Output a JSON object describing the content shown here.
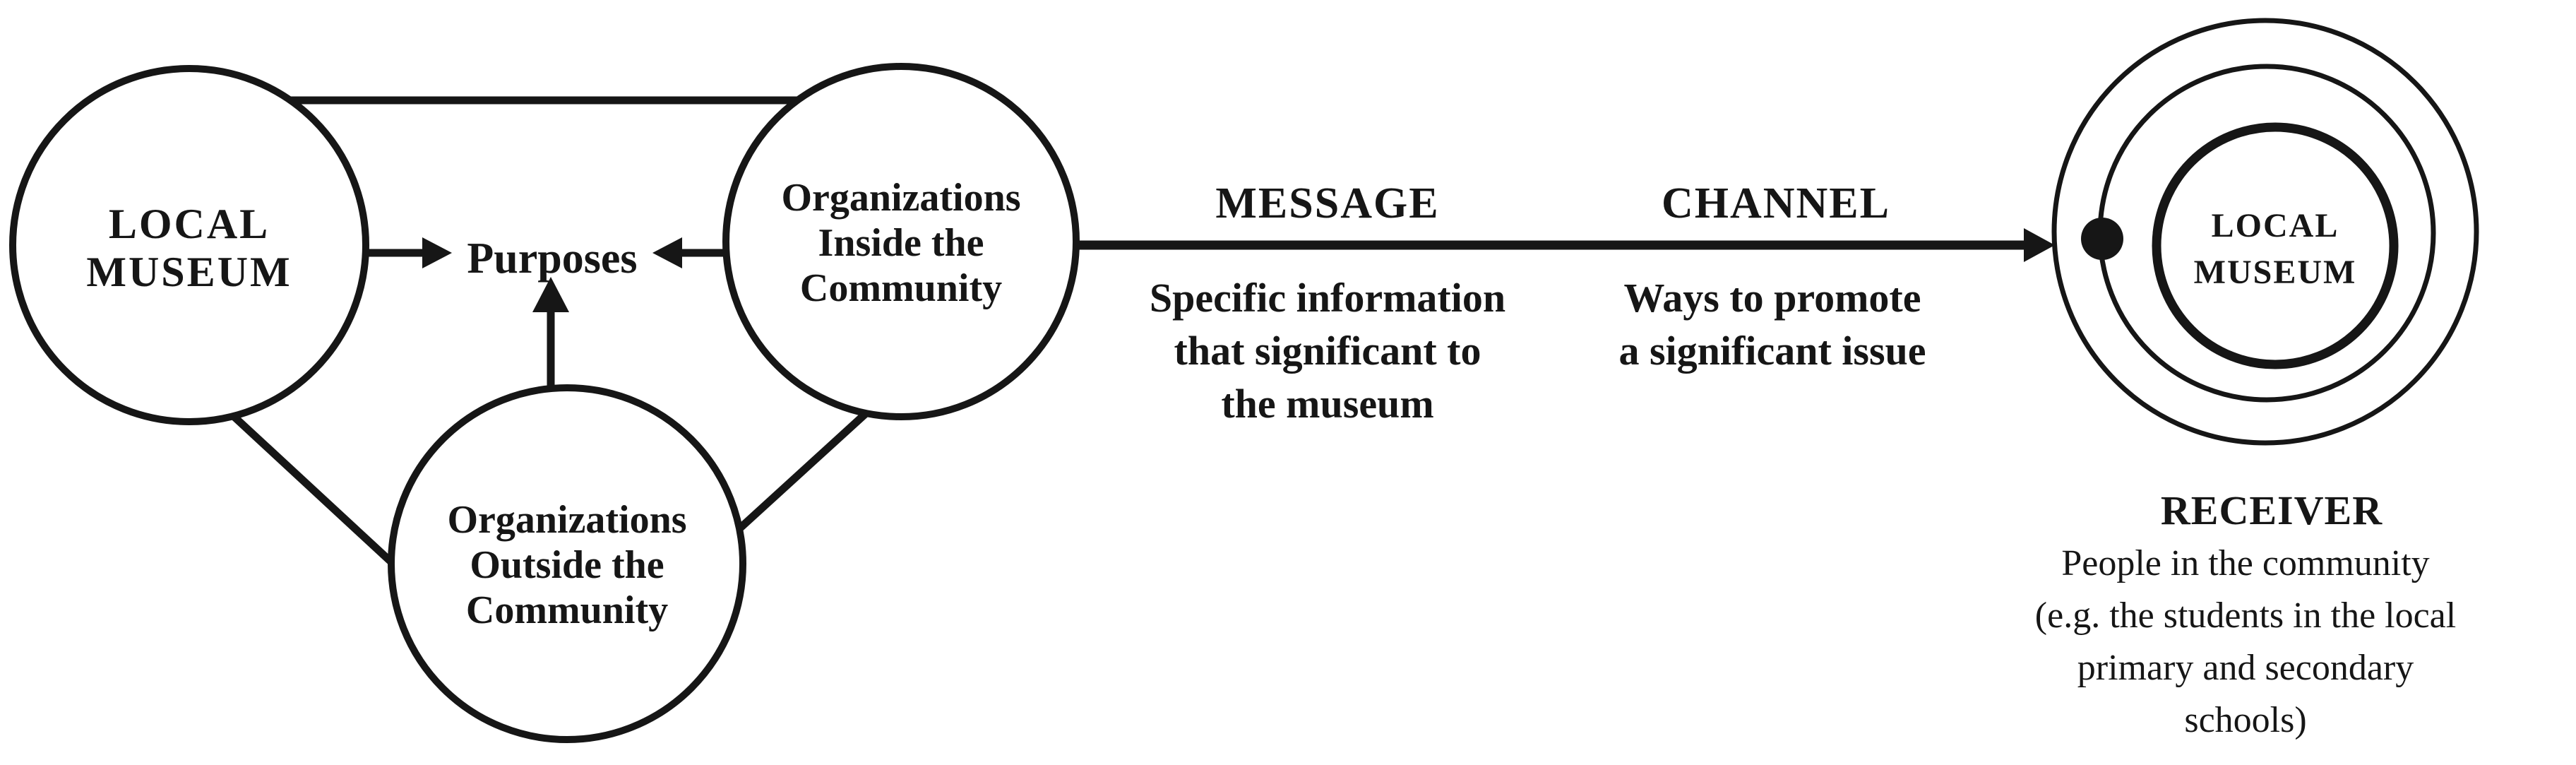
{
  "diagram": {
    "colors": {
      "ink": "#161616",
      "background": "#ffffff"
    },
    "sender": {
      "local_museum": {
        "lines": [
          "LOCAL",
          "MUSEUM"
        ]
      },
      "org_inside": {
        "lines": [
          "Organizations",
          "Inside the",
          "Community"
        ]
      },
      "org_outside": {
        "lines": [
          "Organizations",
          "Outside the",
          "Community"
        ]
      },
      "purposes": "Purposes"
    },
    "message": {
      "title": "MESSAGE",
      "lines": [
        "Specific information",
        "that significant to",
        "the museum"
      ]
    },
    "channel": {
      "title": "CHANNEL",
      "lines": [
        "Ways to promote",
        "a significant issue"
      ]
    },
    "receiver": {
      "core": {
        "lines": [
          "LOCAL",
          "MUSEUM"
        ]
      },
      "title": "RECEIVER",
      "lines": [
        "People in the community",
        "(e.g. the students in the local",
        "primary and secondary",
        "schools)"
      ]
    }
  }
}
